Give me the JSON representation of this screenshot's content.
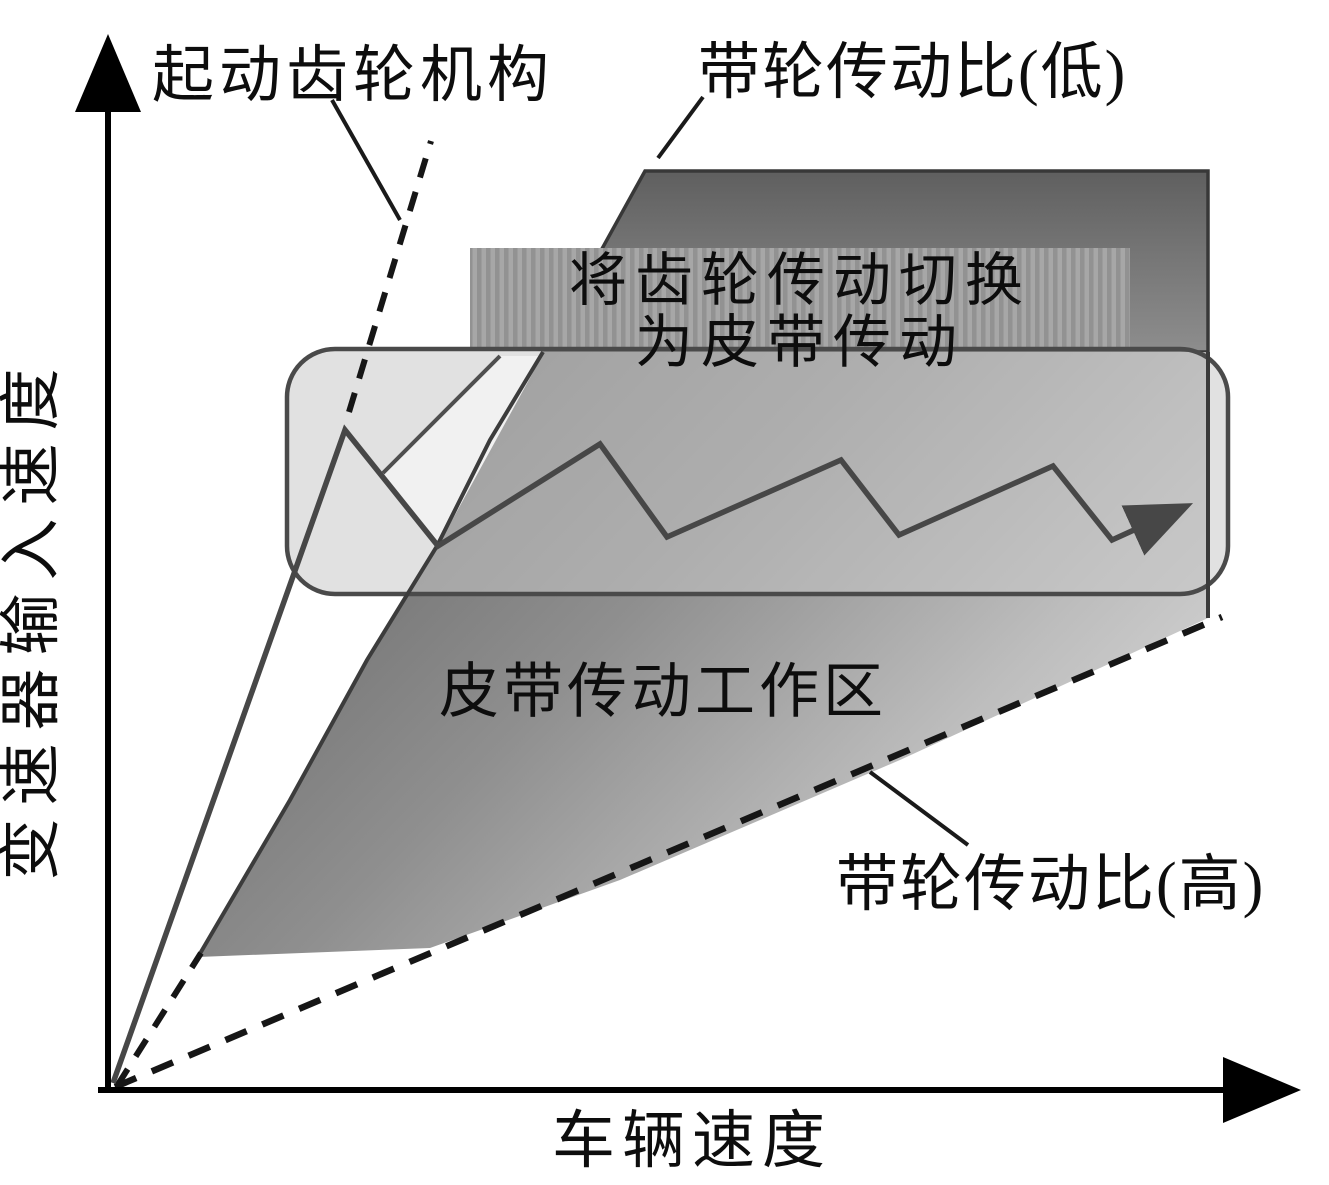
{
  "figure": {
    "labels": {
      "start_gear": "起动齿轮机构",
      "pulley_low": "带轮传动比(低)",
      "switch_line1": "将齿轮传动切换",
      "switch_line2": "为皮带传动",
      "belt_zone": "皮带传动工作区",
      "pulley_high": "带轮传动比(高)",
      "x_axis": "车辆速度",
      "y_axis": "变速器输入速度"
    },
    "colors": {
      "background": "#ffffff",
      "dark_region_top": "#646464",
      "dark_region_bottom": "#8d8d8d",
      "belt_region_dark": "#6b6b6b",
      "belt_region_light": "#dcdcdc",
      "stripe_box_a": "#929292",
      "stripe_box_b": "#a7a7a7",
      "rounded_rect_fill": "rgba(201,201,201,0.55)",
      "rounded_rect_border": "#4a4a4a",
      "trajectory_line": "#474747",
      "dashed_line": "#161616",
      "axis_line": "#000000",
      "text": "#0d0d0d"
    }
  },
  "chart_data": {
    "type": "line",
    "title": "",
    "xlabel": "车辆速度",
    "ylabel": "变速器输入速度",
    "axis_ticks": "none (qualitative diagram, no numeric scales shown)",
    "grid": false,
    "legend": false,
    "series": [
      {
        "name": "行驶轨迹 (起步经齿轮机构后切换到皮带传动的锯齿轨迹, 末端带箭头)",
        "style": "solid-zigzag-arrow",
        "points_pct": [
          [
            0,
            0.7
          ],
          [
            19.7,
            62.3
          ],
          [
            27.6,
            51.3
          ],
          [
            41.4,
            60.9
          ],
          [
            47.1,
            52.2
          ],
          [
            61.9,
            59.4
          ],
          [
            66.8,
            52.4
          ],
          [
            79.9,
            58.9
          ],
          [
            84.9,
            51.9
          ],
          [
            90.9,
            54.9
          ]
        ]
      },
      {
        "name": "起动齿轮机构 (虚线固定速比线)",
        "style": "dashed",
        "points_pct": [
          [
            0.3,
            0.4
          ],
          [
            27.0,
            89.5
          ]
        ]
      },
      {
        "name": "带轮传动比(高) (虚线下边界线)",
        "style": "dashed",
        "points_pct": [
          [
            0.2,
            0.3
          ],
          [
            94.6,
            44.8
          ]
        ]
      }
    ],
    "regions": [
      {
        "name": "皮带传动工作区",
        "description": "灰度渐变阴影区域, 左界为带轮传动比(低)边界, 下界为带轮传动比(高)虚线",
        "polygon_pct": [
          [
            36.3,
            69.6
          ],
          [
            93.0,
            69.6
          ],
          [
            93.0,
            44.5
          ],
          [
            27.9,
            12.2
          ],
          [
            7.2,
            12.5
          ],
          [
            27.6,
            51.3
          ],
          [
            36.3,
            69.6
          ]
        ]
      },
      {
        "name": "深色上部区域 (低速比上界)",
        "polygon_pct": [
          [
            45.2,
            86.5
          ],
          [
            93.0,
            86.3
          ],
          [
            93.0,
            69.6
          ],
          [
            36.5,
            69.6
          ],
          [
            45.2,
            86.5
          ]
        ]
      }
    ],
    "annotations": [
      "起动齿轮机构 → 指向陡虚线",
      "带轮传动比(低) → 指向深色区域左上角",
      "将齿轮传动切换 为皮带传动 (条纹文本框)",
      "皮带传动工作区 (区域内文字)",
      "带轮传动比(高) → 指向下边界虚线"
    ]
  },
  "geometry": {
    "dark_region": [
      [
        645,
        171
      ],
      [
        1208,
        171
      ],
      [
        1208,
        352
      ],
      [
        543,
        352
      ],
      [
        603,
        247
      ]
    ],
    "belt_region": [
      [
        543,
        352
      ],
      [
        1208,
        352
      ],
      [
        1208,
        618
      ],
      [
        1100,
        668
      ],
      [
        900,
        760
      ],
      [
        620,
        880
      ],
      [
        430,
        948
      ],
      [
        198,
        957
      ],
      [
        290,
        800
      ],
      [
        367,
        660
      ],
      [
        437,
        546
      ],
      [
        490,
        440
      ]
    ],
    "belt_left_edge": [
      [
        198,
        957
      ],
      [
        290,
        800
      ],
      [
        367,
        660
      ],
      [
        437,
        546
      ],
      [
        490,
        440
      ],
      [
        543,
        352
      ]
    ],
    "belt_right_edge": [
      [
        1208,
        352
      ],
      [
        1208,
        618
      ]
    ],
    "wedge": [
      [
        383,
        473
      ],
      [
        500,
        356
      ],
      [
        542,
        356
      ],
      [
        438,
        546
      ]
    ],
    "wedge_left_line": [
      [
        383,
        473
      ],
      [
        500,
        356
      ]
    ],
    "trajectory": [
      [
        113,
        1083
      ],
      [
        345,
        430
      ],
      [
        438,
        546
      ],
      [
        600,
        444
      ],
      [
        667,
        537
      ],
      [
        841,
        460
      ],
      [
        899,
        535
      ],
      [
        1053,
        466
      ],
      [
        1112,
        540
      ],
      [
        1178,
        510
      ]
    ],
    "dash_gear_lower": [
      [
        117,
        1086
      ],
      [
        201,
        953
      ]
    ],
    "dash_gear_upper": [
      [
        349,
        412
      ],
      [
        431,
        141
      ]
    ],
    "dash_high": [
      [
        115,
        1087
      ],
      [
        1222,
        617
      ]
    ],
    "x_axis_line": [
      [
        98,
        1090
      ],
      [
        1283,
        1090
      ]
    ],
    "y_axis_line": [
      [
        108,
        1092
      ],
      [
        108,
        52
      ]
    ],
    "leader_start_gear": [
      [
        332,
        100
      ],
      [
        400,
        220
      ]
    ],
    "leader_pulley_low": [
      [
        703,
        97
      ],
      [
        658,
        158
      ]
    ],
    "leader_pulley_high": [
      [
        968,
        845
      ],
      [
        870,
        772
      ]
    ]
  }
}
